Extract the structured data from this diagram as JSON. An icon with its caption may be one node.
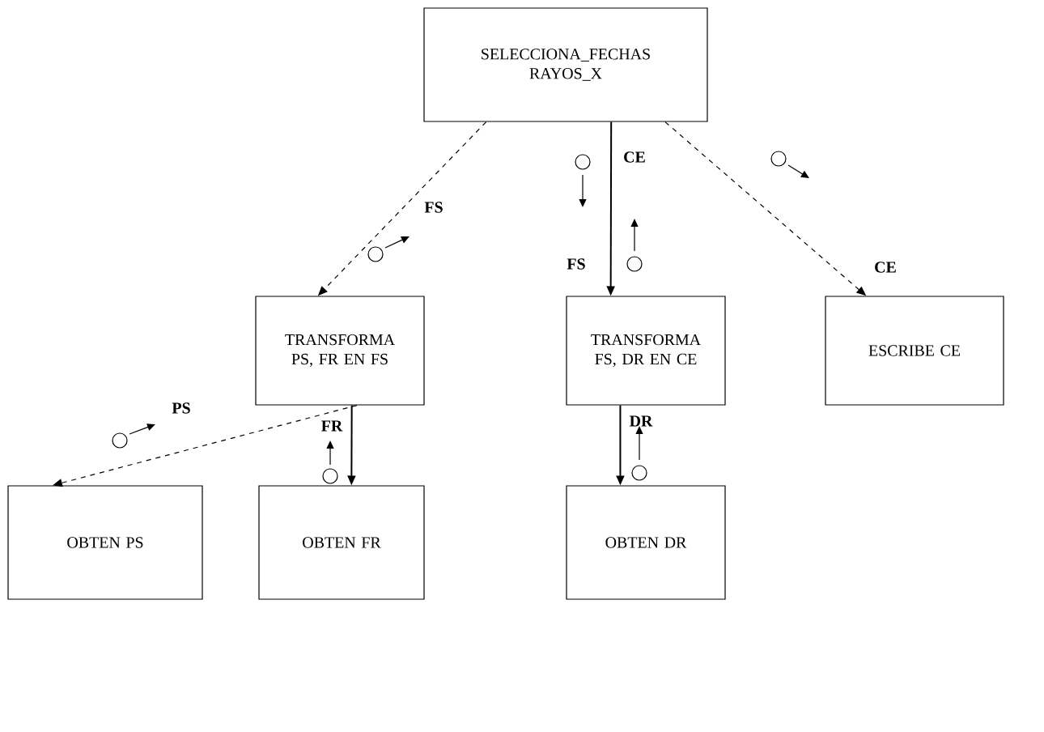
{
  "diagram": {
    "nodes": [
      {
        "text": [
          "SELECCIONA_FECHAS RAYOS_X"
        ]
      },
      {
        "text": [
          "TRANSFORMA PS, FR EN FS"
        ]
      },
      {
        "text": [
          "TRANSFORMA FS, DR EN CE"
        ]
      },
      {
        "text": [
          "ESCRIBE CE"
        ]
      },
      {
        "text": [
          "OBTEN PS"
        ]
      },
      {
        "text": [
          "OBTEN FR"
        ]
      },
      {
        "text": [
          "OBTEN DR"
        ]
      }
    ],
    "edges": [
      {
        "from": 0,
        "to": 1,
        "arrow": "to",
        "style": "dashed"
      },
      {
        "from": 0,
        "to": 2,
        "arrow": "to"
      },
      {
        "from": 0,
        "to": 3,
        "arrow": "to",
        "style": "dashed"
      },
      {
        "from": 1,
        "to": 4,
        "arrow": "to",
        "style": "dashed"
      },
      {
        "from": 1,
        "to": 5,
        "arrow": "to"
      },
      {
        "from": 2,
        "to": 6,
        "arrow": "to"
      }
    ],
    "labels": [
      "CE",
      "FS",
      "FS",
      "CE",
      "PS",
      "FR",
      "DR"
    ]
  }
}
